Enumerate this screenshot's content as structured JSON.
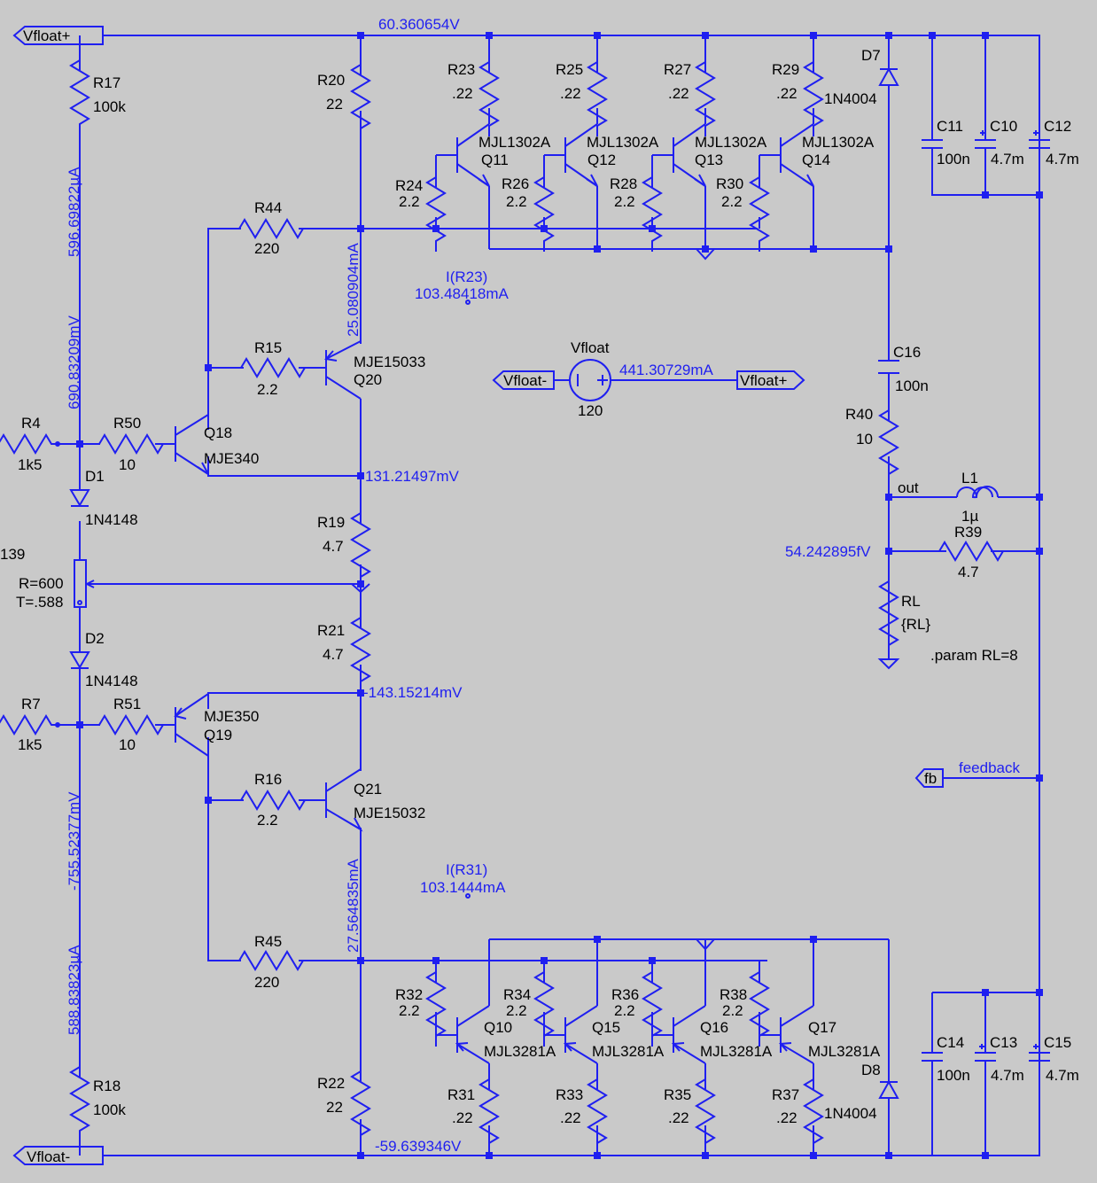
{
  "nets": {
    "vfloat_plus": "Vfloat+",
    "vfloat_minus": "Vfloat-",
    "fb": "fb",
    "out": "out",
    "feedback": "feedback"
  },
  "readouts": {
    "v_top": "60.360654V",
    "v_bottom": "-59.639346V",
    "i_r17": "596.69822µA",
    "v_r17": "690.83209mV",
    "i_r20": "25.080904mA",
    "i_r23_label": "I(R23)",
    "i_r23_value": "103.48418mA",
    "i_vfloat": "441.30729mA",
    "v_node_top": "131.21497mV",
    "v_node_bottom": "-143.15214mV",
    "v_r18": "-755.52377mV",
    "i_r18": "588.83823µA",
    "i_r22": "27.564835mA",
    "i_r31_label": "I(R31)",
    "i_r31_value": "103.1444mA",
    "v_out": "54.242895fV"
  },
  "components": {
    "R17": {
      "ref": "R17",
      "val": "100k"
    },
    "R18": {
      "ref": "R18",
      "val": "100k"
    },
    "R20": {
      "ref": "R20",
      "val": "22"
    },
    "R22": {
      "ref": "R22",
      "val": "22"
    },
    "R23": {
      "ref": "R23",
      "val": ".22"
    },
    "R25": {
      "ref": "R25",
      "val": ".22"
    },
    "R27": {
      "ref": "R27",
      "val": ".22"
    },
    "R29": {
      "ref": "R29",
      "val": ".22"
    },
    "R24": {
      "ref": "R24",
      "val": "2.2"
    },
    "R26": {
      "ref": "R26",
      "val": "2.2"
    },
    "R28": {
      "ref": "R28",
      "val": "2.2"
    },
    "R30": {
      "ref": "R30",
      "val": "2.2"
    },
    "R44": {
      "ref": "R44",
      "val": "220"
    },
    "R45": {
      "ref": "R45",
      "val": "220"
    },
    "R15": {
      "ref": "R15",
      "val": "2.2"
    },
    "R16": {
      "ref": "R16",
      "val": "2.2"
    },
    "R4": {
      "ref": "R4",
      "val": "1k5"
    },
    "R7": {
      "ref": "R7",
      "val": "1k5"
    },
    "R50": {
      "ref": "R50",
      "val": "10"
    },
    "R51": {
      "ref": "R51",
      "val": "10"
    },
    "R19": {
      "ref": "R19",
      "val": "4.7"
    },
    "R21": {
      "ref": "R21",
      "val": "4.7"
    },
    "R40": {
      "ref": "R40",
      "val": "10"
    },
    "R39": {
      "ref": "R39",
      "val": "4.7"
    },
    "RL": {
      "ref": "RL",
      "val": "{RL}"
    },
    "R32": {
      "ref": "R32",
      "val": "2.2"
    },
    "R34": {
      "ref": "R34",
      "val": "2.2"
    },
    "R36": {
      "ref": "R36",
      "val": "2.2"
    },
    "R38": {
      "ref": "R38",
      "val": "2.2"
    },
    "R31": {
      "ref": "R31",
      "val": ".22"
    },
    "R33": {
      "ref": "R33",
      "val": ".22"
    },
    "R35": {
      "ref": "R35",
      "val": ".22"
    },
    "R37": {
      "ref": "R37",
      "val": ".22"
    },
    "Q11": {
      "ref": "Q11",
      "val": "MJL1302A"
    },
    "Q12": {
      "ref": "Q12",
      "val": "MJL1302A"
    },
    "Q13": {
      "ref": "Q13",
      "val": "MJL1302A"
    },
    "Q14": {
      "ref": "Q14",
      "val": "MJL1302A"
    },
    "Q10": {
      "ref": "Q10",
      "val": "MJL3281A"
    },
    "Q15": {
      "ref": "Q15",
      "val": "MJL3281A"
    },
    "Q16": {
      "ref": "Q16",
      "val": "MJL3281A"
    },
    "Q17": {
      "ref": "Q17",
      "val": "MJL3281A"
    },
    "Q18": {
      "ref": "Q18",
      "val": "MJE340"
    },
    "Q19": {
      "ref": "Q19",
      "val": "MJE350"
    },
    "Q20": {
      "ref": "Q20",
      "val": "MJE15033"
    },
    "Q21": {
      "ref": "Q21",
      "val": "MJE15032"
    },
    "D1": {
      "ref": "D1",
      "val": "1N4148"
    },
    "D2": {
      "ref": "D2",
      "val": "1N4148"
    },
    "D7": {
      "ref": "D7",
      "val": "1N4004"
    },
    "D8": {
      "ref": "D8",
      "val": "1N4004"
    },
    "C11": {
      "ref": "C11",
      "val": "100n"
    },
    "C10": {
      "ref": "C10",
      "val": "4.7m"
    },
    "C12": {
      "ref": "C12",
      "val": "4.7m"
    },
    "C14": {
      "ref": "C14",
      "val": "100n"
    },
    "C13": {
      "ref": "C13",
      "val": "4.7m"
    },
    "C15": {
      "ref": "C15",
      "val": "4.7m"
    },
    "C16": {
      "ref": "C16",
      "val": "100n"
    },
    "L1": {
      "ref": "L1",
      "val": "1µ"
    },
    "Vfloat": {
      "ref": "Vfloat",
      "val": "120"
    },
    "pot": {
      "ref": "139",
      "r": "R=600",
      "t": "T=.588"
    }
  },
  "directive": ".param RL=8"
}
